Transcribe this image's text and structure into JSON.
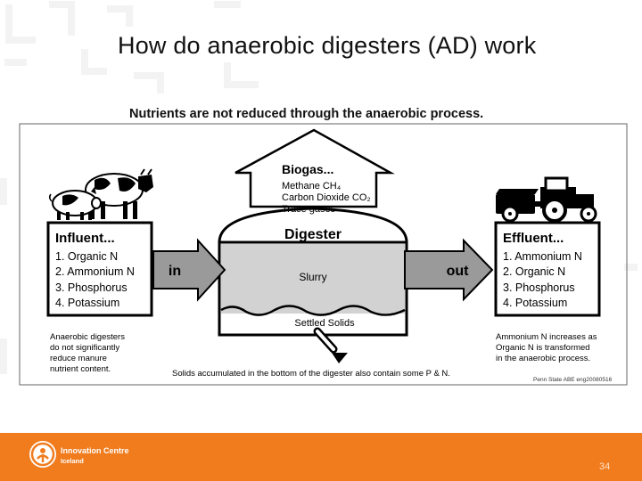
{
  "slide": {
    "title": "How do anaerobic digesters (AD) work",
    "figure_heading": "Nutrients are not reduced through the anaerobic process."
  },
  "biogas": {
    "title": "Biogas...",
    "lines": [
      "Methane CH₄",
      "Carbon Dioxide CO₂",
      "Trace gases"
    ]
  },
  "digester": {
    "title": "Digester",
    "slurry": "Slurry",
    "settled": "Settled Solids"
  },
  "arrows": {
    "in": "in",
    "out": "out"
  },
  "influent": {
    "title": "Influent...",
    "items": [
      "1. Organic N",
      "2. Ammonium N",
      "3. Phosphorus",
      "4. Potassium"
    ],
    "note": [
      "Anaerobic digesters",
      "do not significantly",
      "reduce manure",
      "nutrient content."
    ]
  },
  "effluent": {
    "title": "Effluent...",
    "items": [
      "1. Ammonium N",
      "2. Organic N",
      "3. Phosphorus",
      "4. Potassium"
    ],
    "note": [
      "Ammonium N increases as",
      "Organic N is transformed",
      "in the anaerobic process."
    ]
  },
  "solids_note": "Solids accumulated in the bottom of the digester also contain some P & N.",
  "credit": "Penn State ABE eng20080516",
  "footer": {
    "org_line1": "Innovation Centre",
    "org_line2": "Iceland",
    "page_number": "34"
  },
  "colors": {
    "footer": "#f07c1e",
    "arrow_gray": "#9a9a9a",
    "slurry": "#d2d2d2"
  },
  "icons": [
    "cow-icon",
    "pig-icon",
    "tractor-icon",
    "innovation-centre-logo-icon"
  ]
}
